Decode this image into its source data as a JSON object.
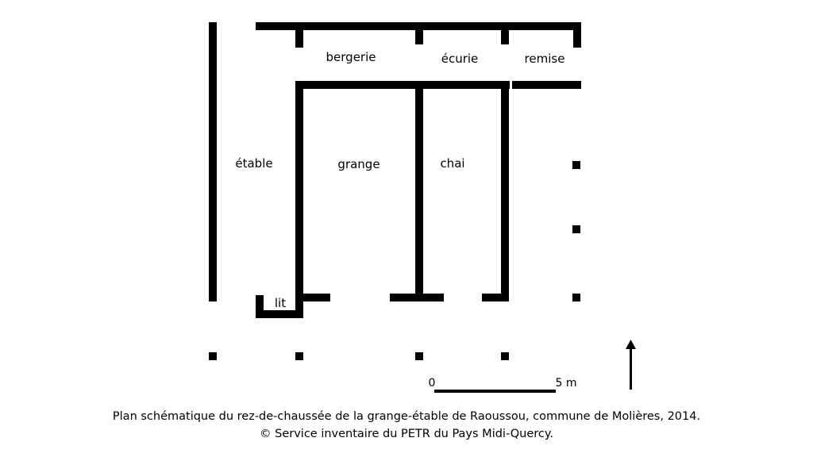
{
  "rooms": {
    "bergerie": "bergerie",
    "ecurie": "écurie",
    "remise": "remise",
    "etable": "étable",
    "grange": "grange",
    "chai": "chai",
    "lit": "lit"
  },
  "scale_bar": {
    "start_label": "0",
    "end_label": "5 m"
  },
  "caption": {
    "line1": "Plan schématique du rez-de-chaussée de la grange-étable de Raoussou, commune de Molières, 2014.",
    "line2": "© Service inventaire du PETR du Pays Midi-Quercy."
  },
  "colors": {
    "ink": "#000000",
    "background": "#ffffff"
  }
}
